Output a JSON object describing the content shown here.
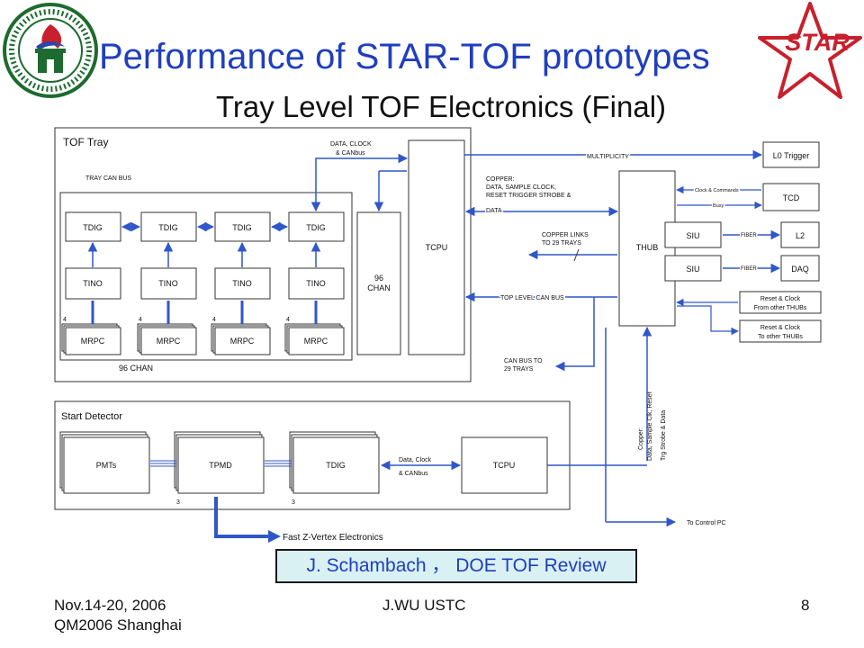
{
  "slide": {
    "title": "Performance of  STAR-TOF prototypes",
    "subtitle": "Tray Level  TOF Electronics (Final)",
    "credit": "J. Schambach ， DOE TOF Review",
    "footer_left_line1": "Nov.14-20, 2006",
    "footer_left_line2": "QM2006  Shanghai",
    "footer_center": "J.WU USTC",
    "page_number": "8",
    "logo_left_icon": "ustc-seal-icon",
    "logo_right_text": "STAR",
    "logo_right_icon": "star-logo-icon",
    "accent_color": "#1f3fbf",
    "arrow_color": "#2f57c9"
  },
  "diagram": {
    "tof_tray_label": "TOF Tray",
    "tray_can_bus_label": "TRAY CAN BUS",
    "data_clock_top": "DATA, CLOCK",
    "data_clock_bottom": "& CANbus",
    "tdig": [
      "TDIG",
      "TDIG",
      "TDIG",
      "TDIG"
    ],
    "tino": [
      "TINO",
      "TINO",
      "TINO",
      "TINO"
    ],
    "mrpc": [
      "MRPC",
      "MRPC",
      "MRPC",
      "MRPC"
    ],
    "mrpc_count": [
      "4",
      "4",
      "4",
      "4"
    ],
    "chan96_bottom": "96 CHAN",
    "chan96_box_line1": "96",
    "chan96_box_line2": "CHAN",
    "tcpu": "TCPU",
    "thub": "THUB",
    "multiplicity": "MULTIPLICITY",
    "l0_trigger": "L0 Trigger",
    "tcd": "TCD",
    "clock_commands": "Clock & Commands",
    "busy": "Busy",
    "copper_line1": "COPPER:",
    "copper_line2": "DATA,  SAMPLE CLOCK,",
    "copper_line3": "RESET  TRIGGER STROBE &",
    "copper_line4": "DATA",
    "copper_links_line1": "COPPER LINKS",
    "copper_links_line2": "TO 29 TRAYS",
    "siu_top": "SIU",
    "siu_bottom": "SIU",
    "fiber_top": "FIBER",
    "fiber_bottom": "FIBER",
    "l2": "L2",
    "daq": "DAQ",
    "top_level_can_bus": "TOP LEVEL CAN BUS",
    "reset_from_line1": "Reset & Clock",
    "reset_from_line2": "From other THUBs",
    "reset_to_line1": "Reset & Clock",
    "reset_to_line2": "To other THUBs",
    "can_bus_line1": "CAN BUS TO",
    "can_bus_line2": "29 TRAYS",
    "vertical_text_1": "Copper:",
    "vertical_text_2": "Data, Sample Clk, Reset",
    "vertical_text_3": "Trg Strobe & Data",
    "start_detector": "Start Detector",
    "pmts": "PMTs",
    "tpmd": "TPMD",
    "tdig_start": "TDIG",
    "tcpu_start": "TCPU",
    "count_tpmd": "3",
    "count_tdig": "3",
    "data_clock_start_line1": "Data, Clock",
    "data_clock_start_line2": "& CANbus",
    "fast_z_vertex": "Fast Z-Vertex Electronics",
    "to_control_pc": "To Control PC"
  }
}
